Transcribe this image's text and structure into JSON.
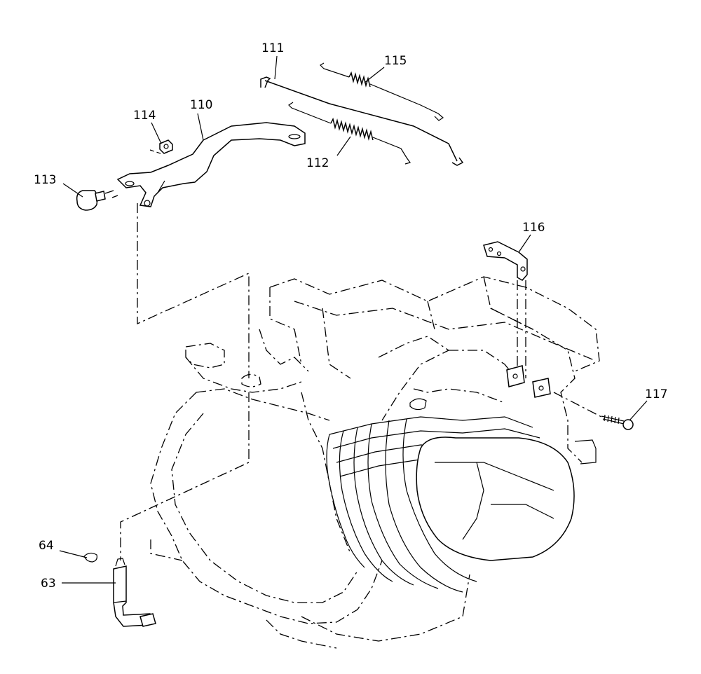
{
  "diagram": {
    "callouts": {
      "p110": "110",
      "p111": "111",
      "p112": "112",
      "p113": "113",
      "p114": "114",
      "p115": "115",
      "p116": "116",
      "p117": "117",
      "p63": "63",
      "p64": "64"
    }
  }
}
